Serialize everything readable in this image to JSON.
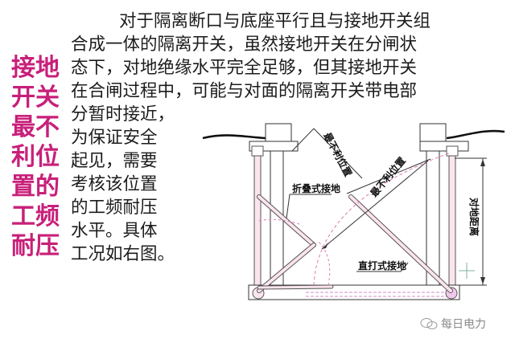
{
  "side_title": {
    "lines": [
      "接地",
      "开关",
      "最不",
      "利位",
      "置的",
      "工频",
      "耐压"
    ],
    "color": "#c8207a"
  },
  "paragraph": {
    "lines_full": [
      "对于隔离断口与底座平行且与接地开关组",
      "合成一体的隔离开关，虽然接地开关在分闸状",
      "态下，对地绝缘水平完全足够，但其接地开关",
      "在合闸过程中，可能与对面的隔离开关带电部"
    ],
    "lines_narrow": [
      "分暂时接近，",
      "为保证安全",
      "起见，需要",
      "考核该位置",
      "的工频耐压",
      "水平。具体",
      "工况如右图。"
    ]
  },
  "diagram": {
    "labels": {
      "worst_position_1": "最不利位置",
      "worst_position_2": "最不利位置",
      "folding_ground": "折叠式接地",
      "direct_ground": "直打式接地",
      "ground_distance": "对地距离"
    },
    "colors": {
      "line": "#333333",
      "pink": "#e07ab0",
      "dashed": "#d58ac8"
    }
  },
  "watermark": {
    "text": "每日电力",
    "icon": "wechat-icon"
  }
}
